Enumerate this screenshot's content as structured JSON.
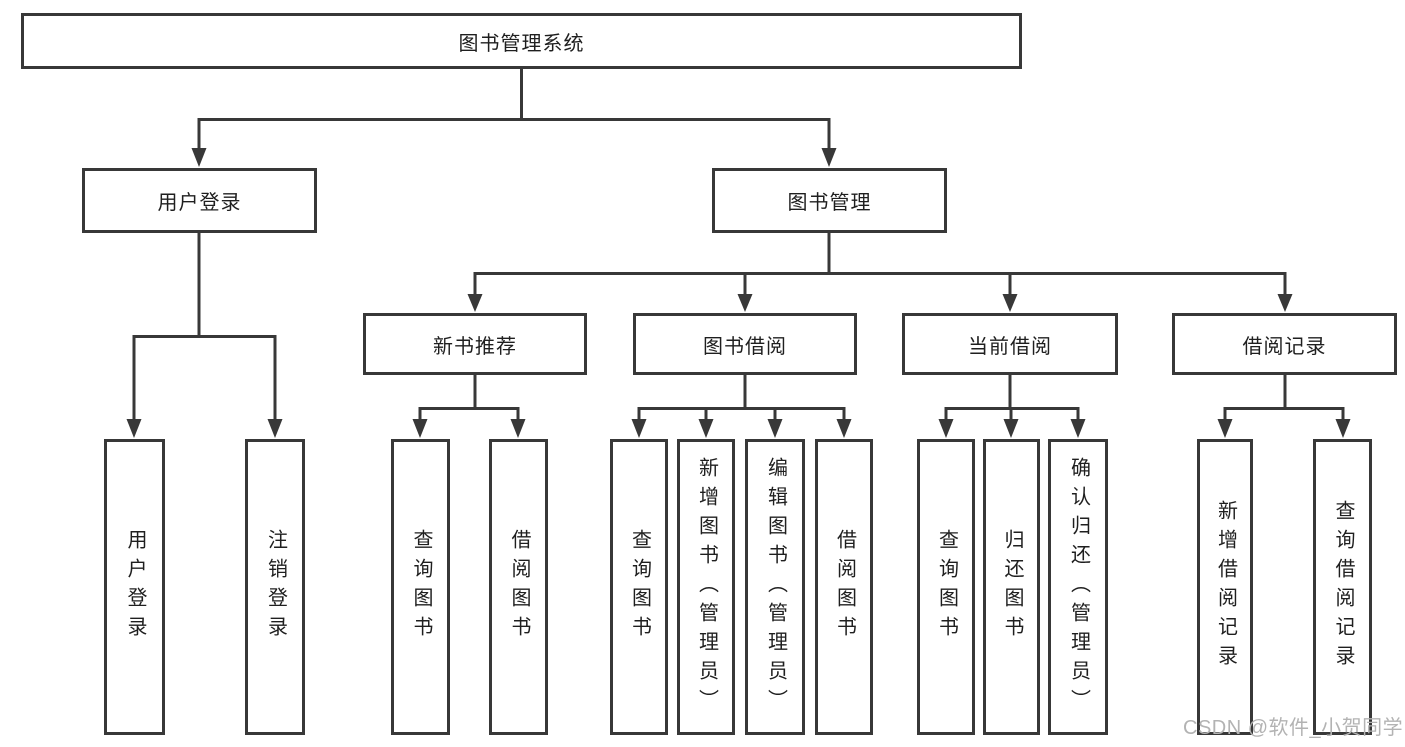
{
  "diagram": {
    "root": {
      "label": "图书管理系统"
    },
    "level2": {
      "user_login": {
        "label": "用户登录"
      },
      "book_management": {
        "label": "图书管理"
      }
    },
    "level3": {
      "new_book_recommendation": {
        "label": "新书推荐"
      },
      "book_borrowing": {
        "label": "图书借阅"
      },
      "current_borrowing": {
        "label": "当前借阅"
      },
      "borrowing_records": {
        "label": "借阅记录"
      }
    },
    "level4": {
      "user_login_children": [
        {
          "label": "用户登录"
        },
        {
          "label": "注销登录"
        }
      ],
      "new_book_recommendation_children": [
        {
          "label": "查询图书"
        },
        {
          "label": "借阅图书"
        }
      ],
      "book_borrowing_children": [
        {
          "label": "查询图书"
        },
        {
          "label": "新增图书（管理员）"
        },
        {
          "label": "编辑图书（管理员）"
        },
        {
          "label": "借阅图书"
        }
      ],
      "current_borrowing_children": [
        {
          "label": "查询图书"
        },
        {
          "label": "归还图书"
        },
        {
          "label": "确认归还（管理员）"
        }
      ],
      "borrowing_records_children": [
        {
          "label": "新增借阅记录"
        },
        {
          "label": "查询借阅记录"
        }
      ]
    }
  },
  "watermark": {
    "text": "CSDN @软件_小贺同学"
  },
  "colors": {
    "line": "#383838",
    "box_border": "#383838",
    "box_background": "#ffffff",
    "text": "#1f1f1f",
    "watermark": "#b3b3b3",
    "page_background": "#ffffff"
  }
}
